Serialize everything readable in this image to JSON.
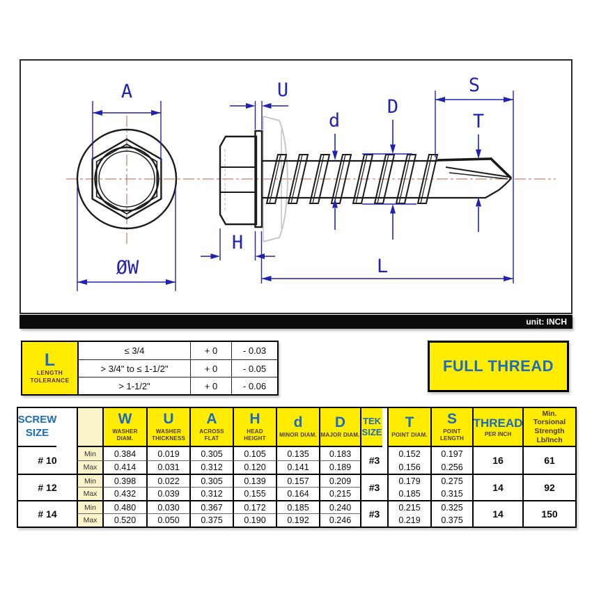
{
  "drawing": {
    "labels": {
      "a": "A",
      "u": "U",
      "s": "S",
      "d_major": "D",
      "d_minor": "d",
      "t": "T",
      "h": "H",
      "w": "ØW",
      "l": "L"
    }
  },
  "unit_bar": {
    "text": "unit: INCH"
  },
  "tolerance_table": {
    "symbol": "L",
    "label_line1": "LENGTH",
    "label_line2": "TOLERANCE",
    "rows": [
      {
        "range": "≤ 3/4",
        "plus": "+ 0",
        "minus": "- 0.03"
      },
      {
        "range": "> 3/4\" to ≤ 1-1/2\"",
        "plus": "+ 0",
        "minus": "- 0.05"
      },
      {
        "range": "> 1-1/2\"",
        "plus": "+ 0",
        "minus": "- 0.06"
      }
    ]
  },
  "full_thread_label": "FULL THREAD",
  "spec_table": {
    "min_label": "Min",
    "max_label": "Max",
    "header": {
      "screw_size": "SCREW SIZE",
      "w_sym": "W",
      "w_sub": "WASHER DIAM.",
      "u_sym": "U",
      "u_sub": "WASHER THICKNESS",
      "a_sym": "A",
      "a_sub": "ACROSS FLAT",
      "h_sym": "H",
      "h_sub": "HEAD HEIGHT",
      "d_sym": "d",
      "d_sub": "MINOR DIAM.",
      "dd_sym": "D",
      "dd_sub": "MAJOR DIAM.",
      "tek": "TEK SIZE",
      "t_sym": "T",
      "t_sub": "POINT DIAM.",
      "s_sym": "S",
      "s_sub": "POINT LENGTH",
      "thread": "THREAD",
      "thread_sub": "PER INCH",
      "torsion_lines": [
        "Min.",
        "Torsional",
        "Strength",
        "Lb/Inch"
      ]
    },
    "rows": [
      {
        "size": "# 10",
        "tek": "#3",
        "thread": "16",
        "torsion": "61",
        "min": {
          "w": "0.384",
          "u": "0.019",
          "a": "0.305",
          "h": "0.105",
          "d": "0.135",
          "dd": "0.183",
          "t": "0.152",
          "s": "0.197"
        },
        "max": {
          "w": "0.414",
          "u": "0.031",
          "a": "0.312",
          "h": "0.120",
          "d": "0.141",
          "dd": "0.189",
          "t": "0.156",
          "s": "0.256"
        }
      },
      {
        "size": "# 12",
        "tek": "#3",
        "thread": "14",
        "torsion": "92",
        "min": {
          "w": "0.398",
          "u": "0.022",
          "a": "0.305",
          "h": "0.139",
          "d": "0.157",
          "dd": "0.209",
          "t": "0.179",
          "s": "0.275"
        },
        "max": {
          "w": "0.432",
          "u": "0.039",
          "a": "0.312",
          "h": "0.155",
          "d": "0.164",
          "dd": "0.215",
          "t": "0.185",
          "s": "0.315"
        }
      },
      {
        "size": "# 14",
        "tek": "#3",
        "thread": "14",
        "torsion": "150",
        "min": {
          "w": "0.480",
          "u": "0.030",
          "a": "0.367",
          "h": "0.172",
          "d": "0.185",
          "dd": "0.240",
          "t": "0.215",
          "s": "0.325"
        },
        "max": {
          "w": "0.520",
          "u": "0.050",
          "a": "0.375",
          "h": "0.190",
          "d": "0.192",
          "dd": "0.246",
          "t": "0.219",
          "s": "0.375"
        }
      }
    ]
  }
}
